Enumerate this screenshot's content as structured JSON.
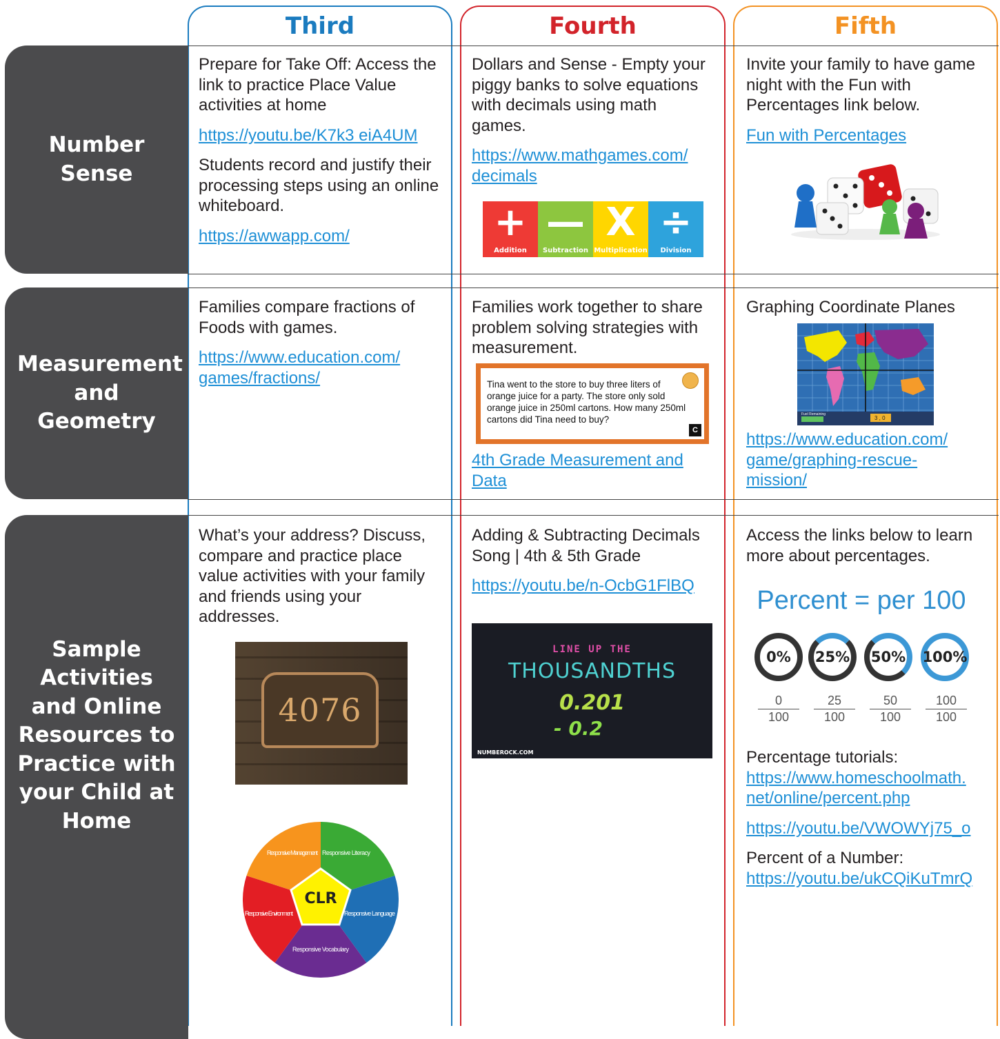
{
  "columns": [
    {
      "title": "Third",
      "color": "#1a7bbf"
    },
    {
      "title": "Fourth",
      "color": "#d2232a"
    },
    {
      "title": "Fifth",
      "color": "#f39223"
    }
  ],
  "rows": [
    {
      "label": "Number Sense"
    },
    {
      "label": "Measurement and Geometry"
    },
    {
      "label": "Sample Activities and Online Resources to Practice with your Child at Home"
    }
  ],
  "number_sense": {
    "third": {
      "text1": "Prepare for Take Off: Access the link to practice Place Value activities at home",
      "link1": "https://youtu.be/K7k3 eiA4UM",
      "text2": "Students record and justify their processing steps using an online whiteboard.",
      "link2": "https://awwapp.com/"
    },
    "fourth": {
      "text1": "Dollars and Sense - Empty your piggy banks to solve equations with decimals using math games.",
      "link1": "https://www.mathgames.com/ decimals",
      "tiles": [
        {
          "symbol": "+",
          "label": "Addition",
          "color": "#ee3a35"
        },
        {
          "symbol": "—",
          "label": "Subtraction",
          "color": "#8dc63f"
        },
        {
          "symbol": "X",
          "label": "Multiplication",
          "color": "#ffd600"
        },
        {
          "symbol": "÷",
          "label": "Division",
          "color": "#2ea3dc"
        }
      ]
    },
    "fifth": {
      "text1": "Invite your family to have game night with the Fun with Percentages link below.",
      "link1": "Fun with Percentages"
    }
  },
  "measurement": {
    "third": {
      "text1": "Families compare fractions of Foods with games.",
      "link1": "https://www.education.com/ games/fractions/"
    },
    "fourth": {
      "text1": "Families work together to share problem solving strategies with measurement.",
      "card_text": "Tina went to the store to buy three liters of orange juice for a party. The store only sold orange juice in 250ml cartons. How many 250ml cartons did Tina need to buy?",
      "card_badge": "C",
      "link1": "4th Grade Measurement and Data"
    },
    "fifth": {
      "text1": "Graphing Coordinate Planes",
      "link1": "https://www.education.com/ game/graphing-rescue- mission/"
    }
  },
  "sample": {
    "third": {
      "text1": "What’s your address? Discuss, compare and practice place value activities with your family and friends using your addresses.",
      "plaque_number": "4076",
      "wheel_center": "CLR",
      "wheel_segments": [
        {
          "label": "Responsive Literacy",
          "color": "#3aaa35"
        },
        {
          "label": "Responsive Language",
          "color": "#1f6fb5"
        },
        {
          "label": "Responsive Vocabulary",
          "color": "#6a2c91"
        },
        {
          "label": "Responsive Environment",
          "color": "#e31e24"
        },
        {
          "label": "Responsive Management",
          "color": "#f7941d"
        }
      ]
    },
    "fourth": {
      "text1": "Adding & Subtracting Decimals Song | 4th & 5th Grade",
      "link1": "https://youtu.be/n-OcbG1FlBQ",
      "video_line1": "LINE UP THE",
      "video_line2": "THOUSANDTHS",
      "video_line3": "0.201",
      "video_line4": "- 0.2",
      "video_brand": "NUMBEROCK.COM"
    },
    "fifth": {
      "text1": "Access the links below to learn more about percentages.",
      "percent_title": "Percent = per 100",
      "circles": [
        {
          "label": "0%",
          "num": "0",
          "den": "100",
          "fill": 0
        },
        {
          "label": "25%",
          "num": "25",
          "den": "100",
          "fill": 25
        },
        {
          "label": "50%",
          "num": "50",
          "den": "100",
          "fill": 50
        },
        {
          "label": "100%",
          "num": "100",
          "den": "100",
          "fill": 100
        }
      ],
      "text2": "Percentage tutorials:",
      "link1": "https://www.homeschoolmath. net/online/percent.php",
      "link2": "https://youtu.be/VWOWYj75_o",
      "text3": "Percent of a Number:",
      "link3": "https://youtu.be/ukCQiKuTmrQ"
    }
  },
  "map_image": {
    "bar_value": "3 , 0",
    "bar_label": "Fuel Remaining"
  }
}
